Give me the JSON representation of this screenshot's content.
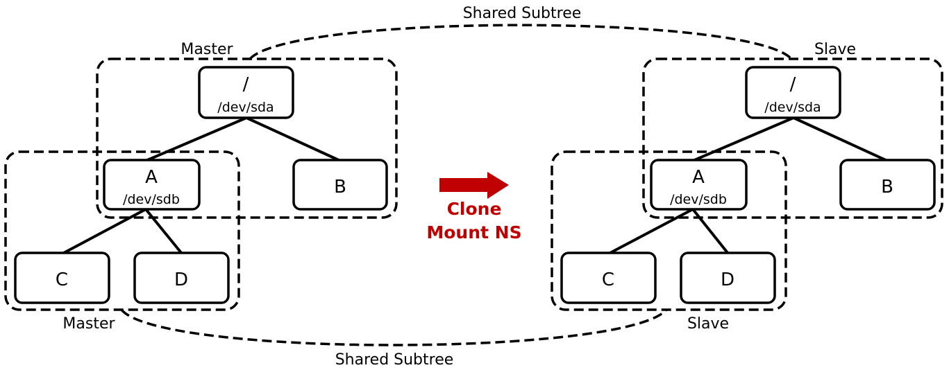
{
  "labels": {
    "shared_top": "Shared Subtree",
    "shared_bottom": "Shared Subtree",
    "left_master_top": "Master",
    "left_master_bottom": "Master",
    "right_slave_top": "Slave",
    "right_slave_bottom": "Slave"
  },
  "action": {
    "line1": "Clone",
    "line2": "Mount NS",
    "color": "#c00000"
  },
  "left": {
    "root": {
      "name": "/",
      "dev": "/dev/sda"
    },
    "a": {
      "name": "A",
      "dev": "/dev/sdb"
    },
    "b": {
      "name": "B"
    },
    "c": {
      "name": "C"
    },
    "d": {
      "name": "D"
    }
  },
  "right": {
    "root": {
      "name": "/",
      "dev": "/dev/sda"
    },
    "a": {
      "name": "A",
      "dev": "/dev/sdb"
    },
    "b": {
      "name": "B"
    },
    "c": {
      "name": "C"
    },
    "d": {
      "name": "D"
    }
  }
}
